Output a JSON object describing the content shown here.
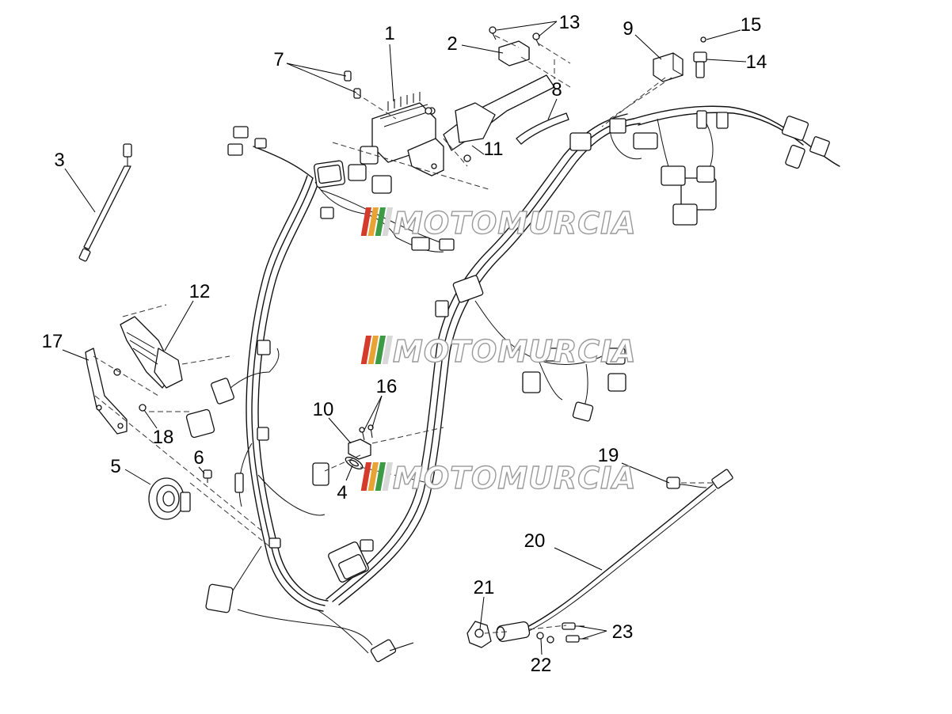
{
  "watermark": {
    "text": "MOTOMURCIA",
    "stripe_colors": [
      "#d43b2b",
      "#e9a335",
      "#3d9a45",
      "#d8d8d8"
    ]
  },
  "callouts": {
    "c1": "1",
    "c2": "2",
    "c3": "3",
    "c4": "4",
    "c5": "5",
    "c6": "6",
    "c7": "7",
    "c8": "8",
    "c9": "9",
    "c10": "10",
    "c11": "11",
    "c12": "12",
    "c13": "13",
    "c14": "14",
    "c15": "15",
    "c16": "16",
    "c17": "17",
    "c18": "18",
    "c19": "19",
    "c20": "20",
    "c21": "21",
    "c22": "22",
    "c23": "23"
  }
}
